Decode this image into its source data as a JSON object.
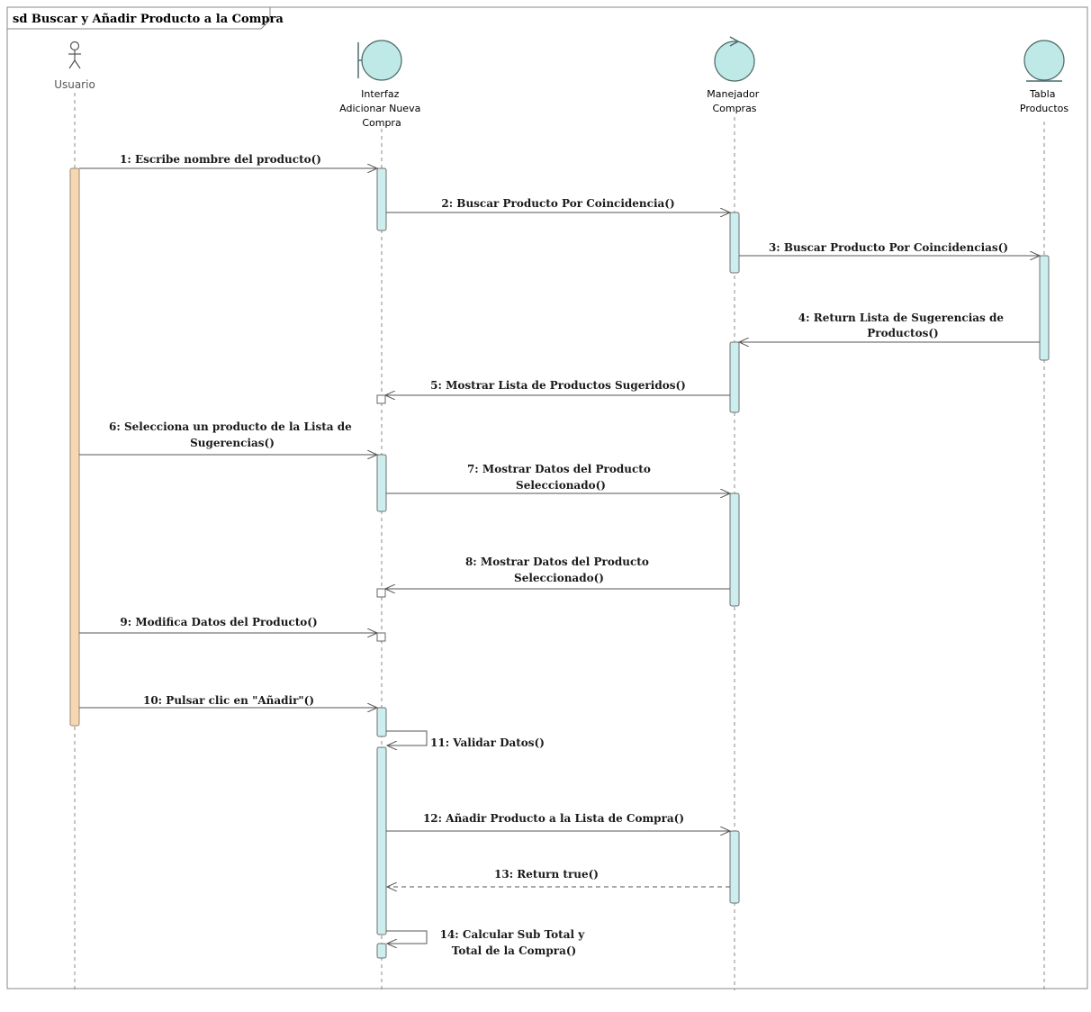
{
  "frame": {
    "title": "sd Buscar y Añadir Producto a la Compra"
  },
  "participants": [
    {
      "id": "usuario",
      "type": "actor",
      "label_lines": [
        "Usuario"
      ]
    },
    {
      "id": "interfaz",
      "type": "boundary",
      "label_lines": [
        "Interfaz",
        "Adicionar Nueva",
        "Compra"
      ]
    },
    {
      "id": "manejador",
      "type": "control",
      "label_lines": [
        "Manejador",
        "Compras"
      ]
    },
    {
      "id": "tabla",
      "type": "entity",
      "label_lines": [
        "Tabla",
        "Productos"
      ]
    }
  ],
  "messages": [
    {
      "label_lines": [
        "1: Escribe nombre del producto()"
      ],
      "from": "usuario",
      "to": "interfaz",
      "style": "sync"
    },
    {
      "label_lines": [
        "2: Buscar Producto Por Coincidencia()"
      ],
      "from": "interfaz",
      "to": "manejador",
      "style": "sync"
    },
    {
      "label_lines": [
        "3: Buscar Producto Por Coincidencias()"
      ],
      "from": "manejador",
      "to": "tabla",
      "style": "sync"
    },
    {
      "label_lines": [
        "4: Return Lista de Sugerencias de",
        "Productos()"
      ],
      "from": "tabla",
      "to": "manejador",
      "style": "sync"
    },
    {
      "label_lines": [
        "5: Mostrar Lista de Productos Sugeridos()"
      ],
      "from": "manejador",
      "to": "interfaz",
      "style": "sync"
    },
    {
      "label_lines": [
        "6: Selecciona un producto de la Lista de",
        "Sugerencias()"
      ],
      "from": "usuario",
      "to": "interfaz",
      "style": "sync"
    },
    {
      "label_lines": [
        "7: Mostrar Datos del Producto",
        "Seleccionado()"
      ],
      "from": "interfaz",
      "to": "manejador",
      "style": "sync"
    },
    {
      "label_lines": [
        "8: Mostrar Datos del Producto",
        "Seleccionado()"
      ],
      "from": "manejador",
      "to": "interfaz",
      "style": "sync"
    },
    {
      "label_lines": [
        "9: Modifica Datos del Producto()"
      ],
      "from": "usuario",
      "to": "interfaz",
      "style": "sync"
    },
    {
      "label_lines": [
        "10: Pulsar clic en \"Añadir\"()"
      ],
      "from": "usuario",
      "to": "interfaz",
      "style": "sync"
    },
    {
      "label_lines": [
        "11: Validar Datos()"
      ],
      "from": "interfaz",
      "to": "interfaz",
      "style": "self"
    },
    {
      "label_lines": [
        "12: Añadir Producto a la Lista de Compra()"
      ],
      "from": "interfaz",
      "to": "manejador",
      "style": "sync"
    },
    {
      "label_lines": [
        "13: Return true()"
      ],
      "from": "manejador",
      "to": "interfaz",
      "style": "return"
    },
    {
      "label_lines": [
        "14: Calcular Sub Total y",
        "Total de la Compra()"
      ],
      "from": "interfaz",
      "to": "interfaz",
      "style": "self"
    }
  ]
}
